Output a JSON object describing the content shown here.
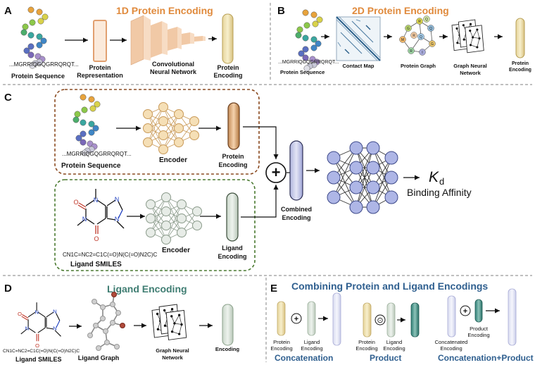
{
  "panels": {
    "A": {
      "letter": "A",
      "title": "1D Protein Encoding",
      "sequence": "...MGRRIQGQGRRQRQT...",
      "labels": {
        "protein_sequence": "Protein Sequence",
        "representation_1": "Protein",
        "representation_2": "Representation",
        "cnn_1": "Convolutional",
        "cnn_2": "Neural Network",
        "encoding_1": "Protein",
        "encoding_2": "Encoding"
      }
    },
    "B": {
      "letter": "B",
      "title": "2D Protein Encoding",
      "sequence": "...MGRRIQGQGRRQRQT...",
      "labels": {
        "protein_sequence": "Protein Sequence",
        "contact_map": "Contact Map",
        "protein_graph": "Protein Graph",
        "gnn_1": "Graph Neural",
        "gnn_2": "Network",
        "encoding_1": "Protein",
        "encoding_2": "Encoding"
      },
      "graph_node_letters": [
        "G",
        "R",
        "Q",
        "M",
        "R",
        "I",
        "G",
        "Q",
        "Q",
        "R"
      ]
    },
    "C": {
      "letter": "C",
      "sequence": "...MGRRIQGQGRRQRQT...",
      "smiles": "CN1C=NC2=C1C(=O)N(C(=O)N2C)C",
      "labels": {
        "protein_sequence": "Protein Sequence",
        "encoder_top": "Encoder",
        "protein_encoding_1": "Protein",
        "protein_encoding_2": "Encoding",
        "ligand_smiles": "Ligand SMILES",
        "encoder_bottom": "Encoder",
        "ligand_encoding_1": "Ligand",
        "ligand_encoding_2": "Encoding",
        "combined_1": "Combined",
        "combined_2": "Encoding",
        "kd_symbol": "K",
        "kd_sub": "d",
        "binding_affinity": "Binding Affinity",
        "plus": "+"
      }
    },
    "D": {
      "letter": "D",
      "title": "Ligand Encoding",
      "smiles": "CN1C=NC2=C1C(=O)N(C(=O)N2C)C",
      "labels": {
        "ligand_smiles": "Ligand SMILES",
        "ligand_graph": "Ligand Graph",
        "gnn_1": "Graph Neural",
        "gnn_2": "Network",
        "encoding": "Encoding"
      }
    },
    "E": {
      "letter": "E",
      "title": "Combining Protein and Ligand Encodings",
      "concat": {
        "protein_1": "Protein",
        "protein_2": "Encoding",
        "ligand_1": "Ligand",
        "ligand_2": "Encoding",
        "operator": "+",
        "caption": "Concatenation"
      },
      "product": {
        "protein_1": "Protein",
        "protein_2": "Encoding",
        "ligand_1": "Ligand",
        "ligand_2": "Encoding",
        "operator": "⊙",
        "caption": "Product"
      },
      "concat_product": {
        "concat_1": "Concatenated",
        "concat_2": "Encoding",
        "product_1": "Product",
        "product_2": "Encoding",
        "operator": "+",
        "caption": "Concatenation+Product"
      }
    }
  },
  "colors": {
    "orange_title": "#e08a3c",
    "green_title": "#3f7d72",
    "blue_title": "#2f5f8f",
    "protein_bar": "#efe2b0",
    "ligand_bar": "#dfe8df",
    "combined_bar": "#c9cde8",
    "protein_box_border": "#8a4a20",
    "ligand_box_border": "#4a7a30"
  }
}
